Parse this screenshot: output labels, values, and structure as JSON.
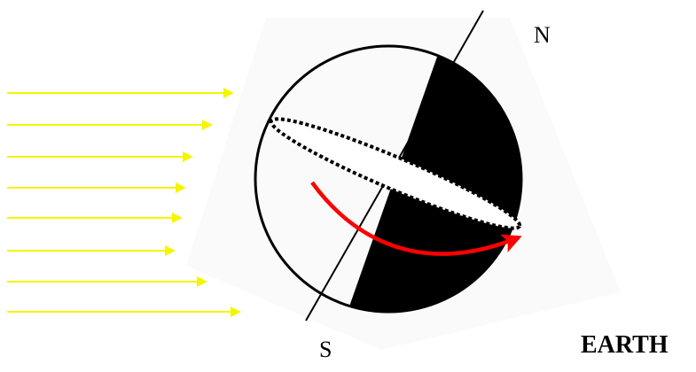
{
  "labels": {
    "north": "N",
    "south": "S",
    "title": "EARTH"
  },
  "colors": {
    "sun_rays": "#f5f500",
    "rotation_arrow": "#ff0000",
    "night_side": "#000000",
    "background": "#ffffff"
  },
  "sun_rays_count": 8
}
